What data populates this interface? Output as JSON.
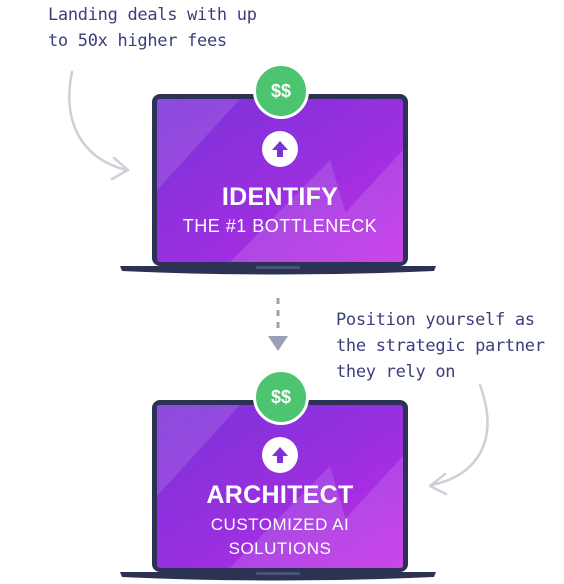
{
  "top_note": "Landing deals with up\nto 50x higher fees",
  "middle_note": "Position yourself as\nthe strategic partner\nthey rely on",
  "cards": [
    {
      "badge": "$$",
      "icon": "arrow-up-icon",
      "title": "IDENTIFY",
      "subtitle": "THE #1 BOTTLENECK"
    },
    {
      "badge": "$$",
      "icon": "arrow-up-icon",
      "title": "ARCHITECT",
      "subtitle_line1": "CUSTOMIZED AI",
      "subtitle_line2": "SOLUTIONS"
    }
  ],
  "colors": {
    "screen_gradient_start": "#7b32d6",
    "screen_gradient_end": "#c02ce3",
    "laptop_frame": "#2b3254",
    "badge_green": "#4cc470",
    "note_text": "#3a3f7a",
    "connector": "#9aa0b8"
  }
}
